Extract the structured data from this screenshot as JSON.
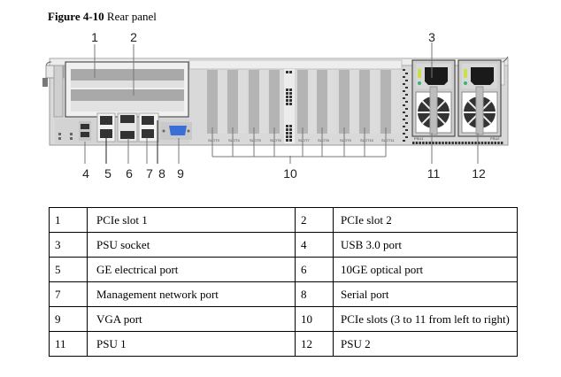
{
  "caption": {
    "label": "Figure 4-10",
    "title": "Rear panel"
  },
  "callouts": [
    "1",
    "2",
    "3",
    "4",
    "5",
    "6",
    "7",
    "8",
    "9",
    "10",
    "11",
    "12"
  ],
  "panel": {
    "slot_labels": [
      "SLOT3",
      "SLOT4",
      "SLOT5",
      "SLOT6",
      "SLOT7",
      "SLOT8",
      "SLOT9",
      "SLOT10",
      "SLOT11"
    ],
    "psu_labels": [
      "PSU1",
      "PSU2"
    ],
    "colors": {
      "chassis": "#d9d9d9",
      "slot": "#b4b4b4",
      "vga": "#3a6fd8",
      "psu_latch": "#c8e04a",
      "psu_led": "#3cb371"
    }
  },
  "table": {
    "rows": [
      [
        {
          "num": "1",
          "desc": "PCIe slot 1"
        },
        {
          "num": "2",
          "desc": "PCIe slot 2"
        }
      ],
      [
        {
          "num": "3",
          "desc": "PSU socket"
        },
        {
          "num": "4",
          "desc": "USB 3.0 port"
        }
      ],
      [
        {
          "num": "5",
          "desc": "GE electrical port"
        },
        {
          "num": "6",
          "desc": "10GE optical port"
        }
      ],
      [
        {
          "num": "7",
          "desc": "Management network port"
        },
        {
          "num": "8",
          "desc": "Serial port"
        }
      ],
      [
        {
          "num": "9",
          "desc": "VGA port"
        },
        {
          "num": "10",
          "desc": "PCIe slots (3 to 11 from left to right)"
        }
      ],
      [
        {
          "num": "11",
          "desc": "PSU 1"
        },
        {
          "num": "12",
          "desc": "PSU 2"
        }
      ]
    ]
  }
}
